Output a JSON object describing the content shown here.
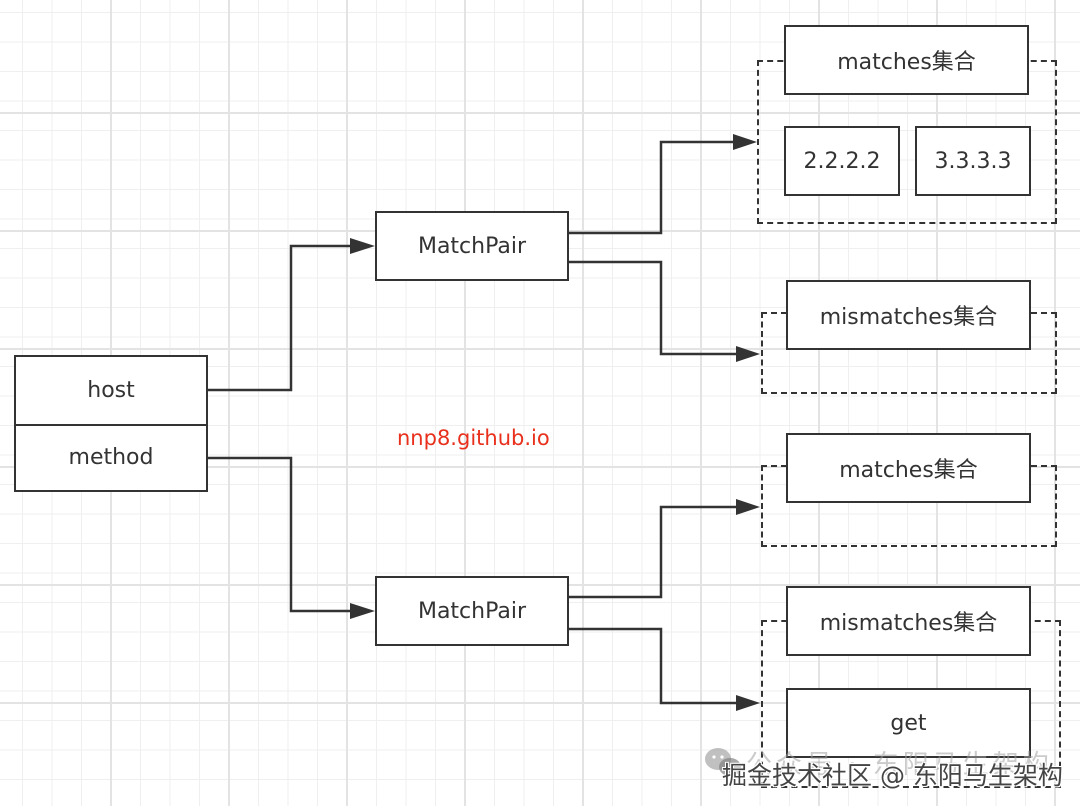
{
  "diagram": {
    "source": {
      "fields": [
        "host",
        "method"
      ]
    },
    "match_pairs": [
      {
        "label": "MatchPair",
        "from_field": "host",
        "matches_group": {
          "title": "matches集合",
          "items": [
            "2.2.2.2",
            "3.3.3.3"
          ]
        },
        "mismatches_group": {
          "title": "mismatches集合",
          "items": []
        }
      },
      {
        "label": "MatchPair",
        "from_field": "method",
        "matches_group": {
          "title": "matches集合",
          "items": []
        },
        "mismatches_group": {
          "title": "mismatches集合",
          "items": [
            "get"
          ]
        }
      }
    ],
    "annotation": {
      "text": "nnp8.github.io",
      "color": "#e8301c"
    },
    "line_color": "#333333",
    "grid_color": "#e3e3e3"
  },
  "watermark": {
    "icon": "wechat-icon",
    "background_text": "公众号 · 东阳马生架构",
    "foreground_text": "掘金技术社区 @ 东阳马生架构"
  }
}
